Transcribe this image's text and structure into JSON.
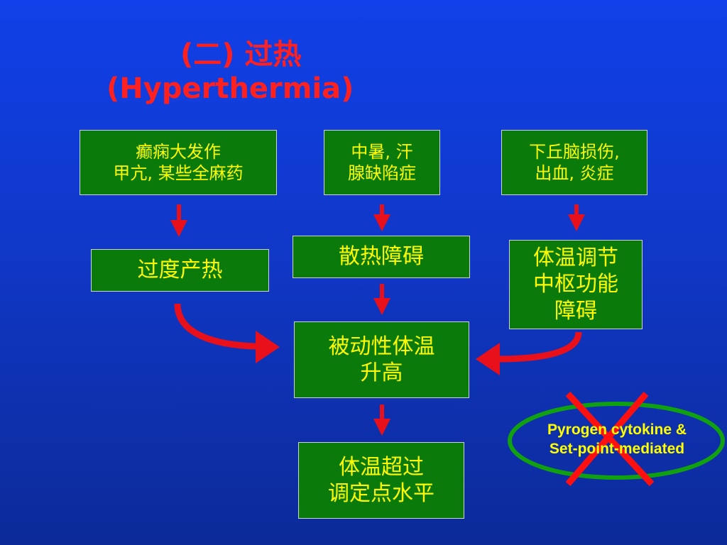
{
  "title": {
    "line1": "(二)  过热",
    "line2": "(Hyperthermia)"
  },
  "causes": {
    "left": "癫痫大发作\n甲亢, 某些全麻药",
    "middle": "中暑, 汗\n腺缺陷症",
    "right": "下丘脑损伤,\n出血, 炎症"
  },
  "mechanisms": {
    "left": "过度产热",
    "middle": "散热障碍",
    "right": "体温调节\n中枢功能\n障碍"
  },
  "result": "被动性体温\n升高",
  "outcome": "体温超过\n调定点水平",
  "excluded": "Pyrogen cytokine &\nSet-point-mediated",
  "colors": {
    "box": "#0a7a0a",
    "text": "#ffff00",
    "arrow": "#e8101a",
    "title": "#ff2020"
  }
}
